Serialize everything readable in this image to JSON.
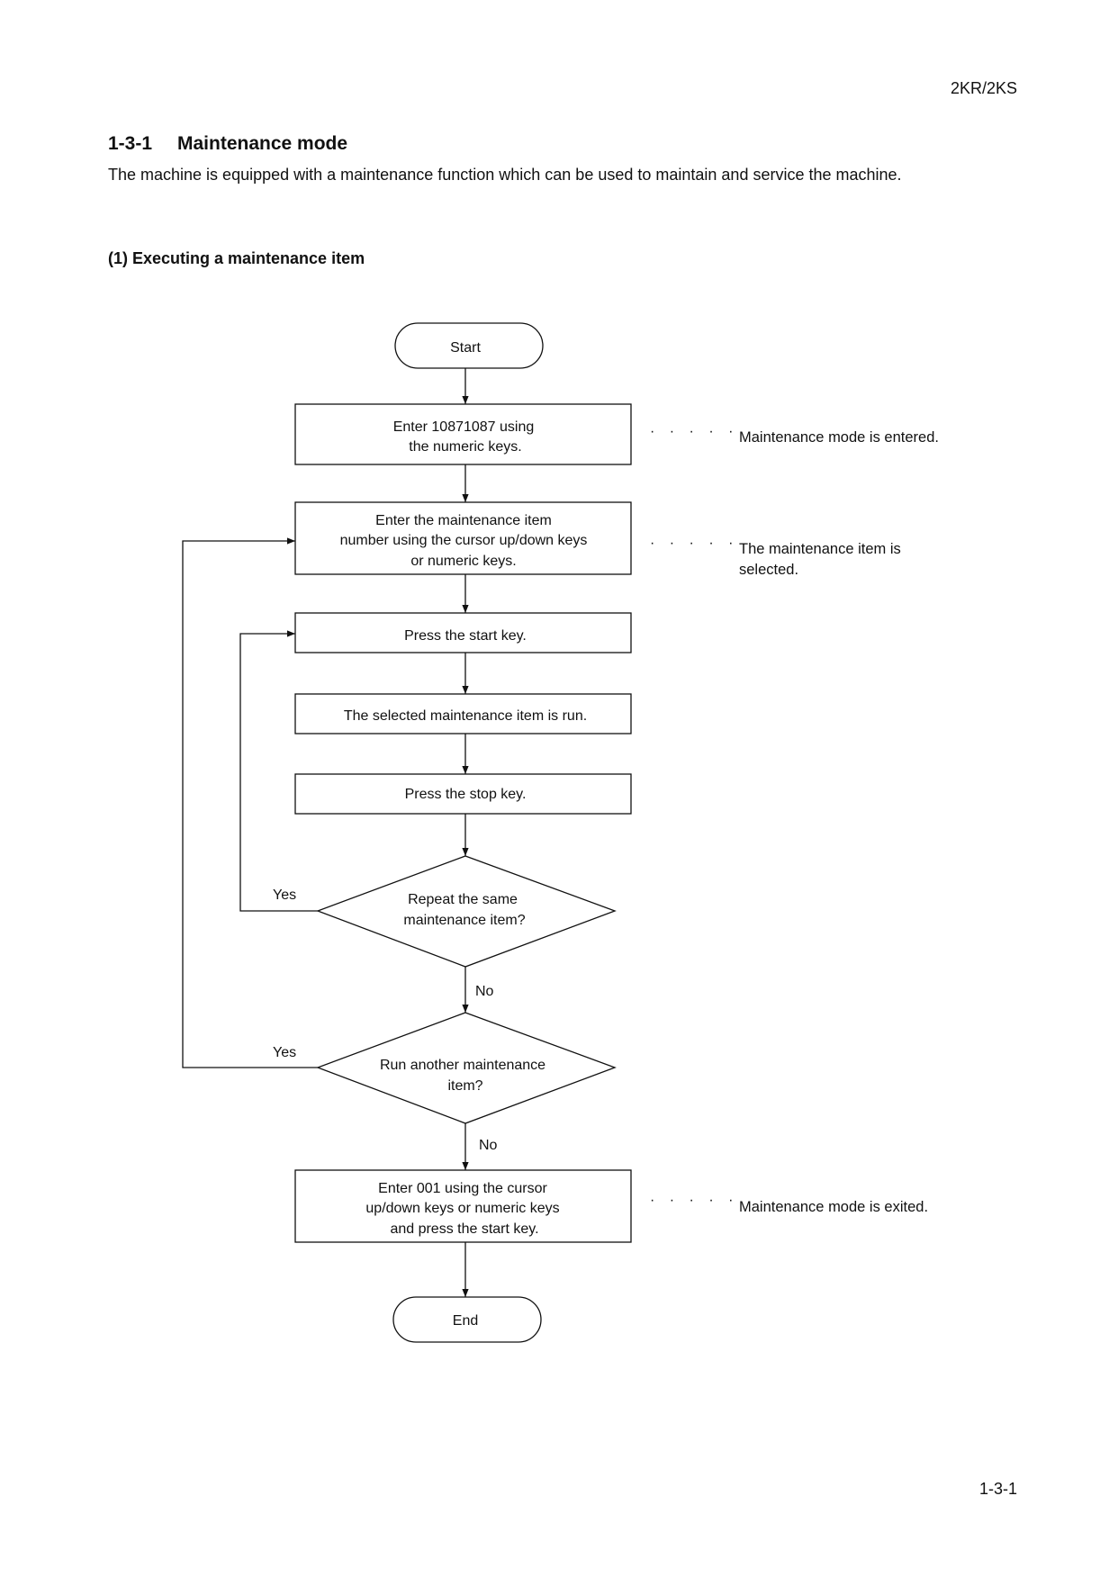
{
  "header": {
    "doc_code": "2KR/2KS"
  },
  "section": {
    "number": "1-3-1",
    "title": "Maintenance mode",
    "intro": "The machine is equipped with a maintenance function which can be used to maintain and service the machine.",
    "subheading": "(1) Executing a maintenance item"
  },
  "flowchart": {
    "start": "Start",
    "step_enter_code": [
      "Enter 10871087 using",
      "the numeric keys."
    ],
    "step_select_item": [
      "Enter the maintenance item",
      "number using the cursor up/down keys",
      "or numeric keys."
    ],
    "step_press_start": "Press the start key.",
    "step_run": "The selected maintenance item is run.",
    "step_press_stop": "Press the stop key.",
    "decision_repeat": [
      "Repeat the same",
      "maintenance item?"
    ],
    "decision_another": [
      "Run another maintenance",
      "item?"
    ],
    "step_exit": [
      "Enter 001 using the cursor",
      "up/down keys or numeric keys",
      "and press the start key."
    ],
    "end": "End",
    "label_yes": "Yes",
    "label_no": "No",
    "dots": "· · · · ·",
    "note_entered": "Maintenance mode is entered.",
    "note_selected": [
      "The maintenance item is",
      "selected."
    ],
    "note_exited": "Maintenance mode is exited."
  },
  "footer": {
    "page_number": "1-3-1"
  }
}
